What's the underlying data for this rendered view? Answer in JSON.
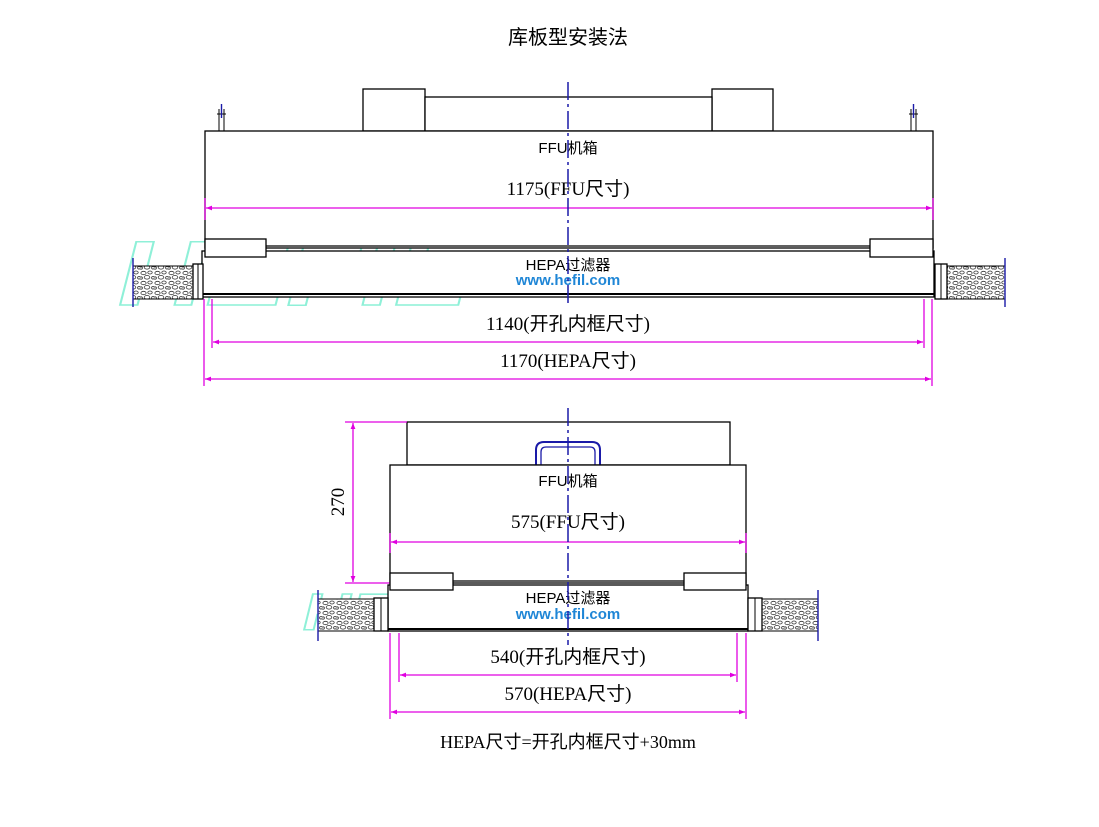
{
  "title": "库板型安装法",
  "top": {
    "ffu_label": "FFU机箱",
    "ffu_dim": "1175(FFU尺寸)",
    "hepa_label": "HEPA过滤器",
    "watermark_url": "www.hefil.com",
    "cut_dim": "1140(开孔内框尺寸)",
    "hepa_dim": "1170(HEPA尺寸)"
  },
  "bottom": {
    "height_dim": "270",
    "ffu_label": "FFU机箱",
    "ffu_dim": "575(FFU尺寸)",
    "hepa_label": "HEPA过滤器",
    "watermark_url": "www.hefil.com",
    "cut_dim": "540(开孔内框尺寸)",
    "hepa_dim": "570(HEPA尺寸)"
  },
  "watermark": "HEFIL",
  "formula": "HEPA尺寸=开孔内框尺寸+30mm",
  "colors": {
    "dimension": "#e000e0",
    "centerline": "#1a1aa8",
    "watermark_outline": "#8ff0d8",
    "url": "#1f86d6"
  }
}
